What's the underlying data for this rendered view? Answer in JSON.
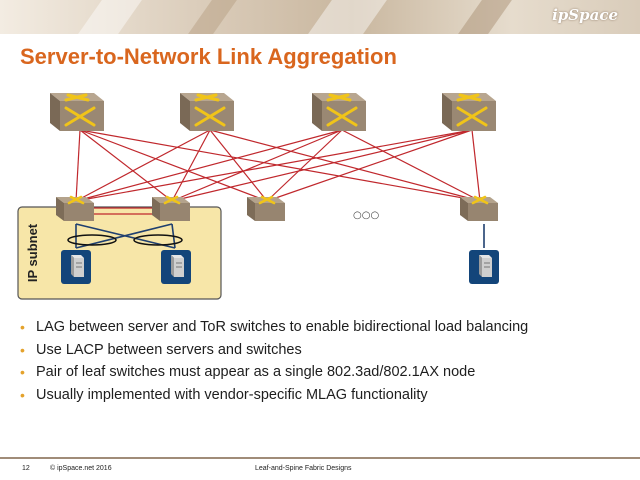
{
  "header": {
    "brand": "ipSpace"
  },
  "title": "Server-to-Network Link Aggregation",
  "diagram": {
    "subnet_label": "IP subnet",
    "ellipsis": "○○○"
  },
  "bullets": [
    "LAG between server and ToR switches to enable bidirectional load balancing",
    "Use LACP between servers and switches",
    "Pair of leaf switches must appear as a single 802.3ad/802.1AX node",
    "Usually implemented with vendor-specific MLAG functionality"
  ],
  "footer": {
    "page": "12",
    "copyright": "© ipSpace.net 2016",
    "course": "Leaf-and-Spine Fabric Designs"
  },
  "colors": {
    "title": "#d9661e",
    "link": "#c0282d",
    "bullet": "#e4a22c",
    "subnet_bg": "#f7e6a8"
  }
}
